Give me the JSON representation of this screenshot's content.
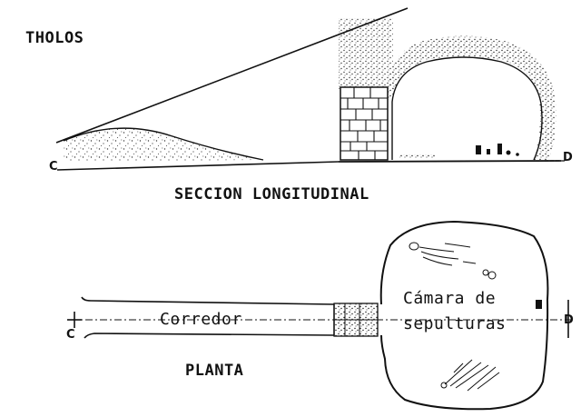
{
  "labels": {
    "title": "THOLOS",
    "section": "SECCION LONGITUDINAL",
    "plan": "PLANTA",
    "corridor": "Corredor",
    "chamber_line1": "Cámara de",
    "chamber_line2": "sepulturas"
  },
  "points": {
    "c_section": "C",
    "d_section": "D",
    "c_plan": "C",
    "d_plan": "D"
  }
}
